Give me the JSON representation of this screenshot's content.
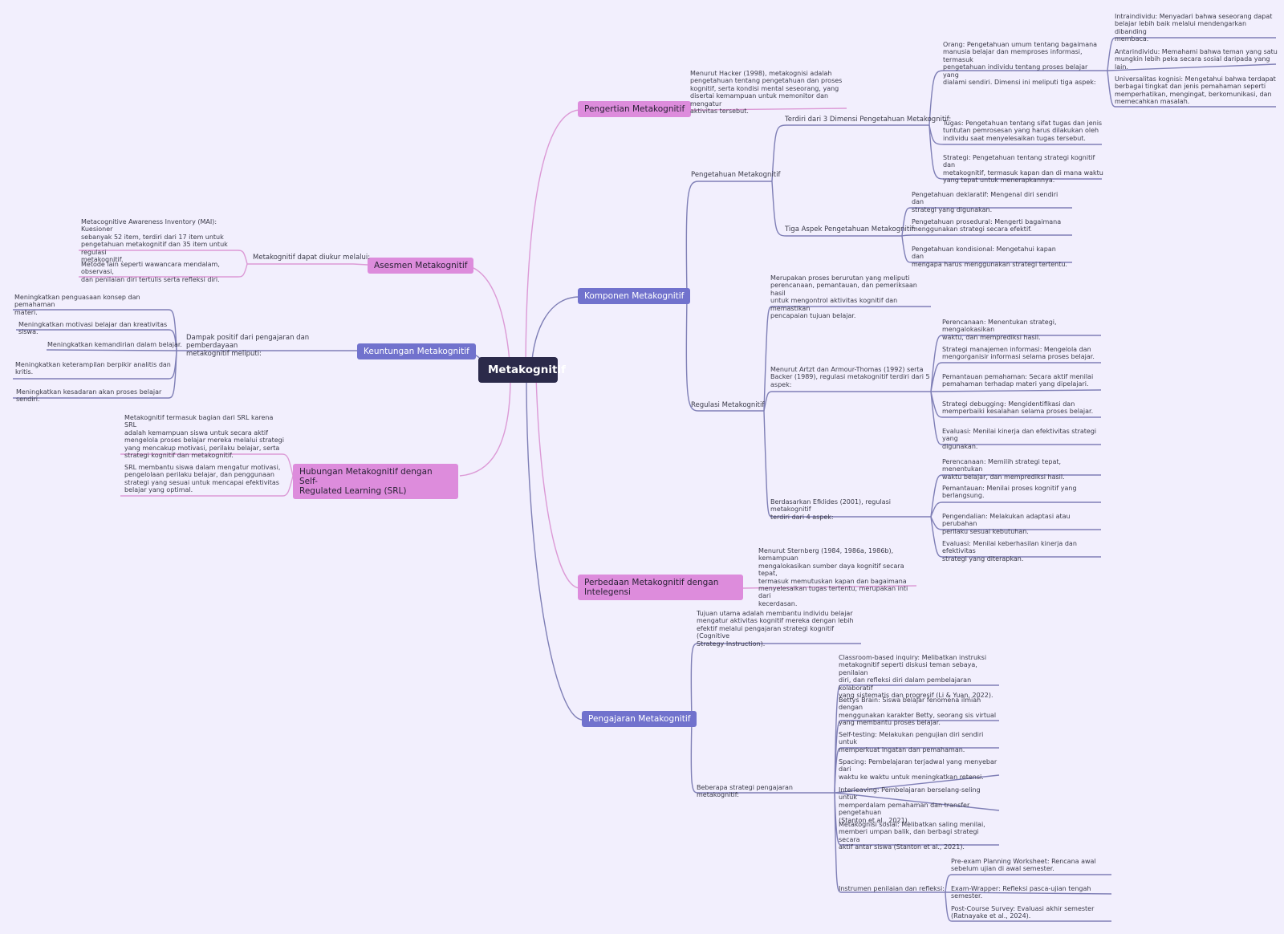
{
  "root": "Metakognitif",
  "colors": {
    "pink": "#dd8cdc",
    "blue": "#7172cd",
    "pink_line": "#dc9ad6",
    "blue_line": "#7f7fb6",
    "root": "#2b2a4a",
    "background": "#f2effd"
  },
  "branches": {
    "pengertian": {
      "title": "Pengertian Metakognitif",
      "text": "Menurut Hacker (1998), metakognisi adalah\npengetahuan tentang pengetahuan dan proses\nkognitif, serta kondisi mental seseorang, yang\ndisertai kemampuan untuk memonitor dan mengatur\naktivitas tersebut."
    },
    "komponen": {
      "title": "Komponen Metakognitif",
      "pengetahuan": {
        "label": "Pengetahuan Metakognitif",
        "dimensi": {
          "label": "Terdiri dari 3 Dimensi Pengetahuan Metakognitif:",
          "orang": "Orang: Pengetahuan umum tentang bagaimana\nmanusia belajar dan memproses informasi, termasuk\npengetahuan individu tentang proses belajar yang\ndialami sendiri. Dimensi ini meliputi tiga aspek:",
          "orang_items": [
            "Intraindividu: Menyadari bahwa seseorang dapat\nbelajar lebih baik melalui mendengarkan dibanding\nmembaca.",
            "Antarindividu: Memahami bahwa teman yang satu\nmungkin lebih peka secara sosial daripada yang lain.",
            "Universalitas kognisi: Mengetahui bahwa terdapat\nberbagai tingkat dan jenis pemahaman seperti\nmemperhatikan, mengingat, berkomunikasi, dan\nmemecahkan masalah."
          ],
          "tugas": "Tugas: Pengetahuan tentang sifat tugas dan jenis\ntuntutan pemrosesan yang harus dilakukan oleh\nindividu saat menyelesaikan tugas tersebut.",
          "strategi": "Strategi: Pengetahuan tentang strategi kognitif dan\nmetakognitif, termasuk kapan dan di mana waktu\nyang tepat untuk menerapkannya."
        },
        "aspek": {
          "label": "Tiga Aspek Pengetahuan Metakognitif:",
          "items": [
            "Pengetahuan deklaratif: Mengenal diri sendiri dan\nstrategi yang digunakan.",
            "Pengetahuan prosedural: Mengerti bagaimana\nmenggunakan strategi secara efektif.",
            "Pengetahuan kondisional: Mengetahui kapan dan\nmengapa harus menggunakan strategi tertentu."
          ]
        }
      },
      "regulasi": {
        "label": "Regulasi Metakognitif",
        "definisi": "Merupakan proses berurutan yang meliputi\nperencanaan, pemantauan, dan pemeriksaan hasil\nuntuk mengontrol aktivitas kognitif dan memastikan\npencapaian tujuan belajar.",
        "artzt": {
          "label": "Menurut Artzt dan Armour-Thomas (1992) serta\nBacker (1989), regulasi metakognitif terdiri dari 5\naspek:",
          "items": [
            "Perencanaan: Menentukan strategi, mengalokasikan\nwaktu, dan memprediksi hasil.",
            "Strategi manajemen informasi: Mengelola dan\nmengorganisir informasi selama proses belajar.",
            "Pemantauan pemahaman: Secara aktif menilai\npemahaman terhadap materi yang dipelajari.",
            "Strategi debugging: Mengidentifikasi dan\nmemperbaiki kesalahan selama proses belajar.",
            "Evaluasi: Menilai kinerja dan efektivitas strategi yang\ndigunakan."
          ]
        },
        "efklides": {
          "label": "Berdasarkan Efklides (2001), regulasi metakognitif\nterdiri dari 4 aspek:",
          "items": [
            "Perencanaan: Memilih strategi tepat, menentukan\nwaktu belajar, dan memprediksi hasil.",
            "Pemantauan: Menilai proses kognitif yang\nberlangsung.",
            "Pengendalian: Melakukan adaptasi atau perubahan\nperilaku sesuai kebutuhan.",
            "Evaluasi: Menilai keberhasilan kinerja dan efektivitas\nstrategi yang diterapkan."
          ]
        }
      }
    },
    "perbedaan": {
      "title": "Perbedaan Metakognitif dengan\nIntelegensi",
      "text": "Menurut Sternberg (1984, 1986a, 1986b), kemampuan\nmengalokasikan sumber daya kognitif secara tepat,\ntermasuk memutuskan kapan dan bagaimana\nmenyelesaikan tugas tertentu, merupakan inti dari\nkecerdasan."
    },
    "pengajaran": {
      "title": "Pengajaran Metakognitif",
      "tujuan": "Tujuan utama adalah membantu individu belajar\nmengatur aktivitas kognitif mereka dengan lebih\nefektif melalui pengajaran strategi kognitif (Cognitive\nStrategy Instruction).",
      "strategi_label": "Beberapa strategi pengajaran metakognitif:",
      "strategi": [
        "Classroom-based inquiry: Melibatkan instruksi\nmetakognitif seperti diskusi teman sebaya, penilaian\ndiri, dan refleksi diri dalam pembelajaran kolaboratif\nyang sistematis dan progresif (Li & Yuan, 2022).",
        "Bettys Brain: Siswa belajar fenomena ilmiah dengan\nmenggunakan karakter Betty, seorang sis virtual\nyang membantu proses belajar.",
        "Self-testing: Melakukan pengujian diri sendiri untuk\nmemperkuat ingatan dan pemahaman.",
        "Spacing: Pembelajaran terjadwal yang menyebar dari\nwaktu ke waktu untuk meningkatkan retensi.",
        "Interleaving: Pembelajaran berselang-seling untuk\nmemperdalam pemahaman dan transfer pengetahuan\n(Stanton et al., 2021).",
        "Metakognisi sosial: Melibatkan saling menilai,\nmemberi umpan balik, dan berbagi strategi secara\naktif antar siswa (Stanton et al., 2021)."
      ],
      "instrumen_label": "Instrumen penilaian dan refleksi:",
      "instrumen": [
        "Pre-exam Planning Worksheet: Rencana awal\nsebelum ujian di awal semester.",
        "Exam-Wrapper: Refleksi pasca-ujian tengah semester.",
        "Post-Course Survey: Evaluasi akhir semester\n(Ratnayake et al., 2024)."
      ]
    },
    "asesmen": {
      "title": "Asesmen Metakognitif",
      "label": "Metakognitif dapat diukur melalui:",
      "items": [
        "Metacognitive Awareness Inventory (MAI): Kuesioner\nsebanyak 52 item, terdiri dari 17 item untuk\npengetahuan metakognitif dan 35 item untuk regulasi\nmetakognitif.",
        "Metode lain seperti wawancara mendalam, observasi,\ndan penilaian diri tertulis serta refleksi diri."
      ]
    },
    "keuntungan": {
      "title": "Keuntungan Metakognitif",
      "label": "Dampak positif dari pengajaran dan pemberdayaan\nmetakognitif meliputi:",
      "items": [
        "Meningkatkan penguasaan konsep dan pemahaman\nmateri.",
        "Meningkatkan motivasi belajar dan kreativitas siswa.",
        "Meningkatkan kemandirian dalam belajar.",
        "Meningkatkan keterampilan berpikir analitis dan kritis.",
        "Meningkatkan kesadaran akan proses belajar sendiri."
      ]
    },
    "hubungan": {
      "title": "Hubungan Metakognitif dengan Self-\nRegulated Learning (SRL)",
      "items": [
        "Metakognitif termasuk bagian dari SRL karena SRL\nadalah kemampuan siswa untuk secara aktif\nmengelola proses belajar mereka melalui strategi\nyang mencakup motivasi, perilaku belajar, serta\nstrategi kognitif dan metakognitif.",
        "SRL membantu siswa dalam mengatur motivasi,\npengelolaan perilaku belajar, dan penggunaan\nstrategi yang sesuai untuk mencapai efektivitas\nbelajar yang optimal."
      ]
    }
  }
}
